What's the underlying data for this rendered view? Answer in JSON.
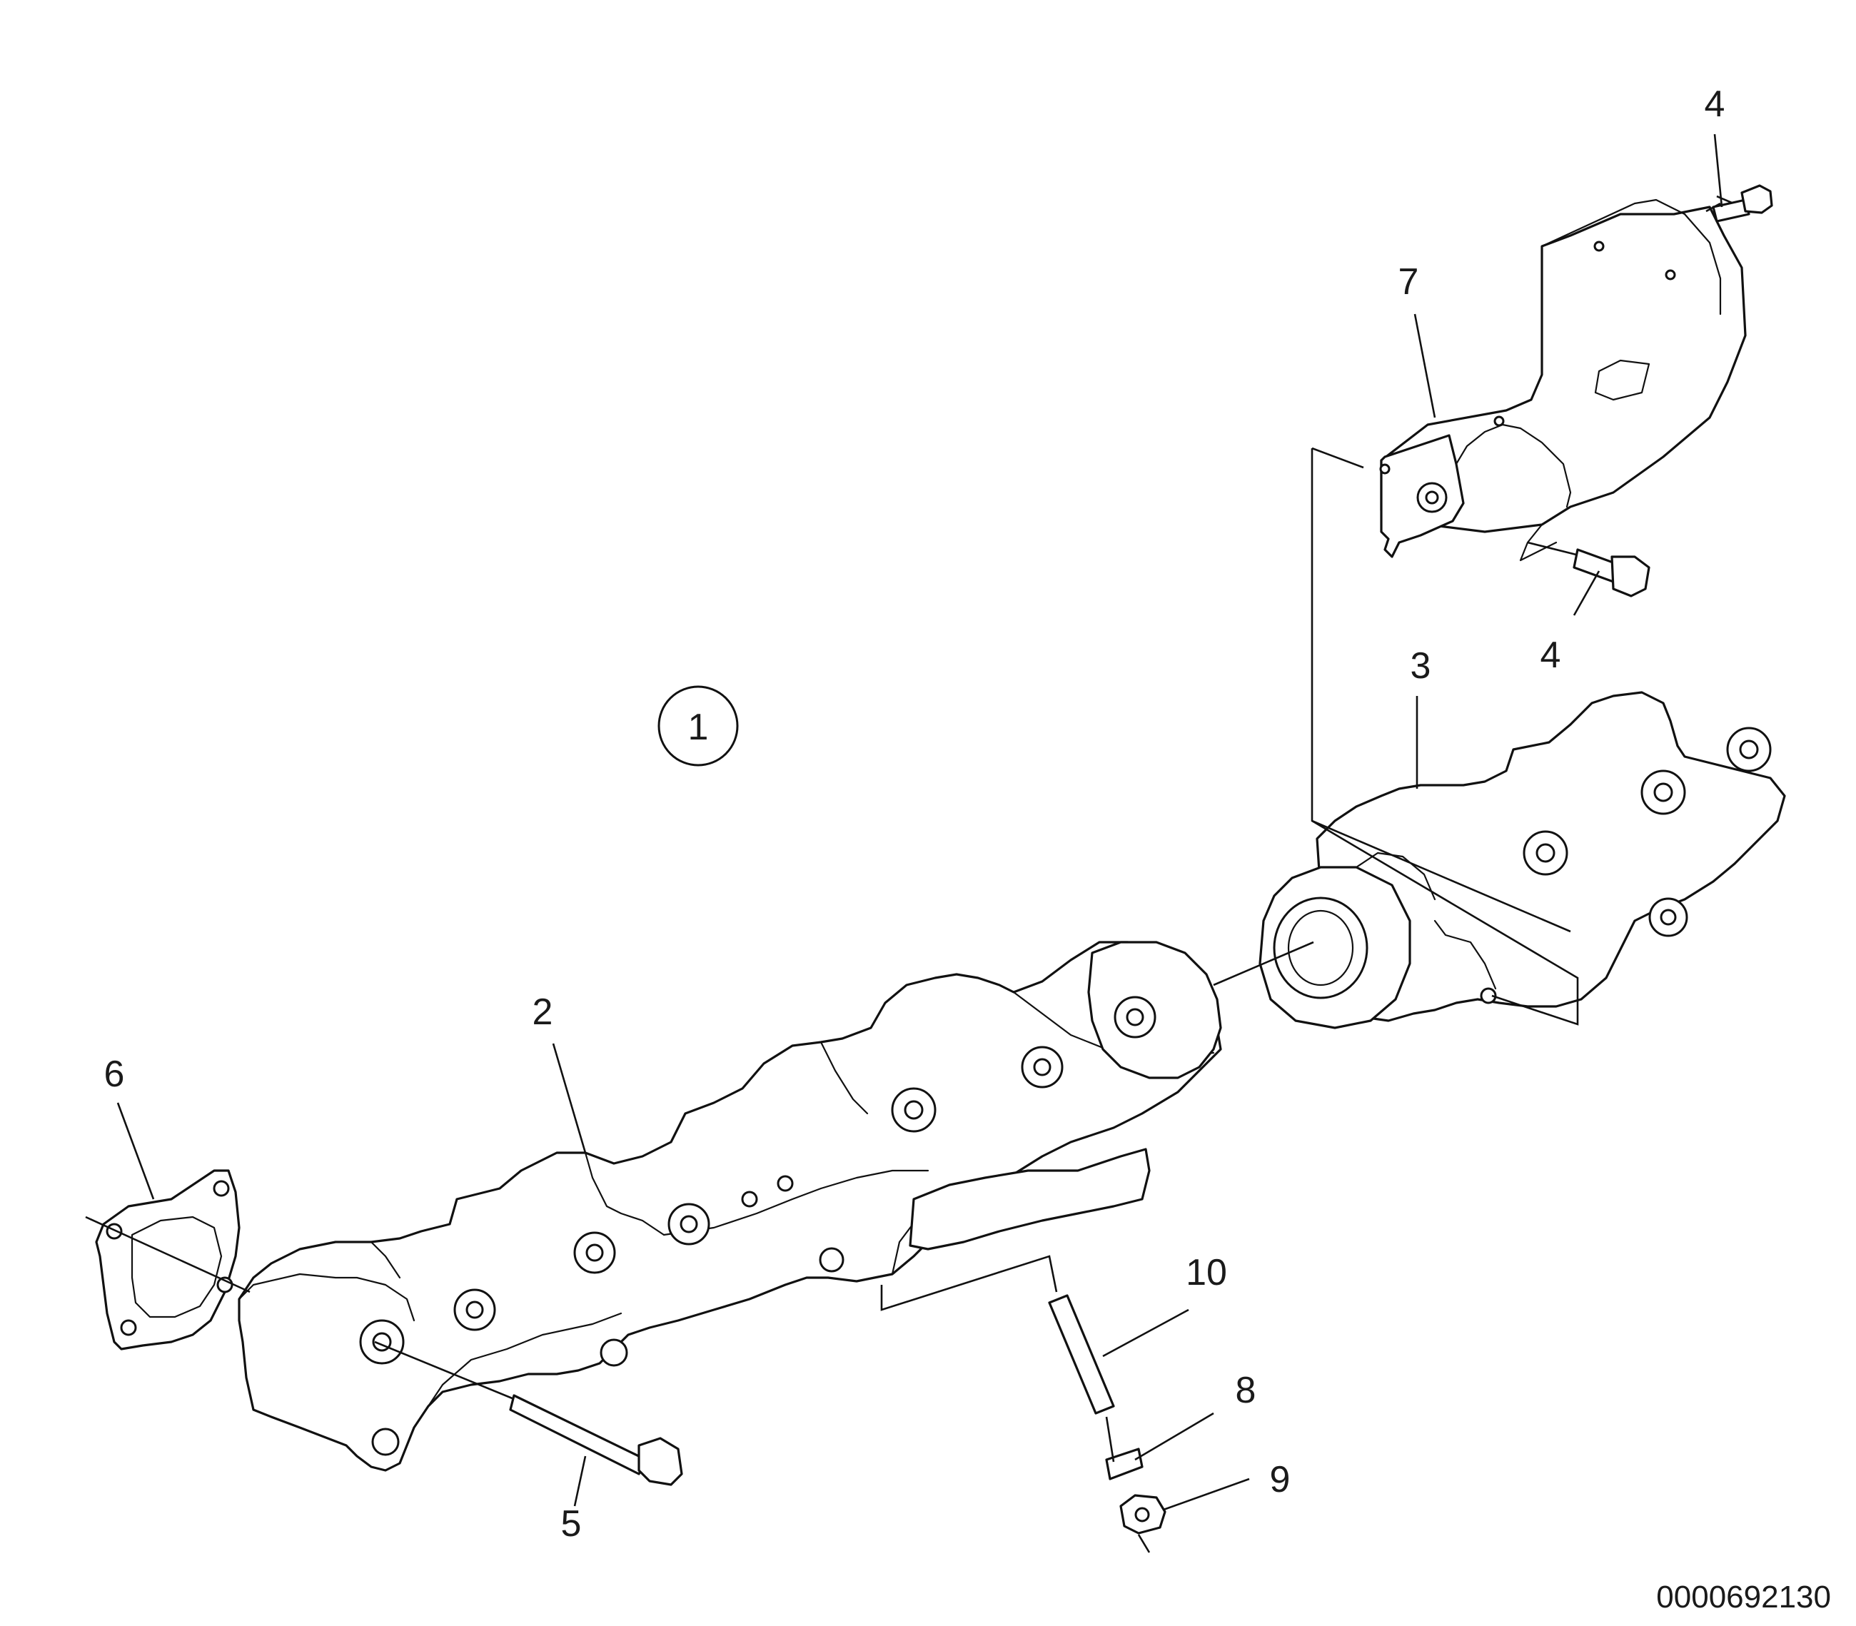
{
  "figure": {
    "assembly_callout": "1",
    "reference_number": "0000692130"
  },
  "callouts": [
    {
      "id": "manifold-front",
      "label": "2"
    },
    {
      "id": "manifold-rear",
      "label": "3"
    },
    {
      "id": "screw-top",
      "label": "4"
    },
    {
      "id": "screw-bottom",
      "label": "4"
    },
    {
      "id": "bolt",
      "label": "5"
    },
    {
      "id": "gasket",
      "label": "6"
    },
    {
      "id": "heat-shield",
      "label": "7"
    },
    {
      "id": "washer",
      "label": "8"
    },
    {
      "id": "nut",
      "label": "9"
    },
    {
      "id": "stud",
      "label": "10"
    }
  ]
}
